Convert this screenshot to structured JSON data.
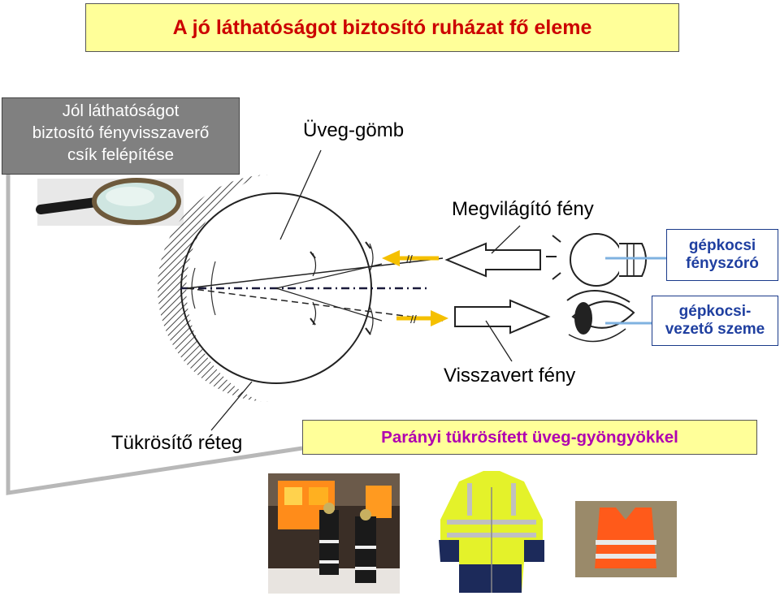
{
  "title": "A jó láthatóságot biztosító ruházat fő eleme",
  "caption_lines": [
    "Jól láthatóságot",
    "biztosító fényvisszaverő",
    "csík felépítése"
  ],
  "labels": {
    "glass_bead": "Üveg-gömb",
    "illuminating_light": "Megvilágító fény",
    "reflected_light": "Visszavert fény",
    "mirror_layer": "Tükrösítő réteg"
  },
  "headlight_box": [
    "gépkocsi",
    "fényszóró"
  ],
  "driver_eye_box": [
    "gépkocsi-",
    "vezető szeme"
  ],
  "bottom_note": "Parányi tükrösített üveg-gyöngyökkel",
  "colors": {
    "title_bg": "#ffff99",
    "title_text": "#cc0000",
    "caption_bg": "#808080",
    "box_text": "#1f3fa0",
    "note_text": "#b000b0",
    "arrow_yellow": "#f5c000"
  },
  "icons": [
    "magnifying-glass-icon",
    "light-bulb-icon",
    "eye-icon"
  ],
  "photos": [
    "firefighters-photo",
    "hi-vis-jacket-photo",
    "hi-vis-vest-photo"
  ]
}
